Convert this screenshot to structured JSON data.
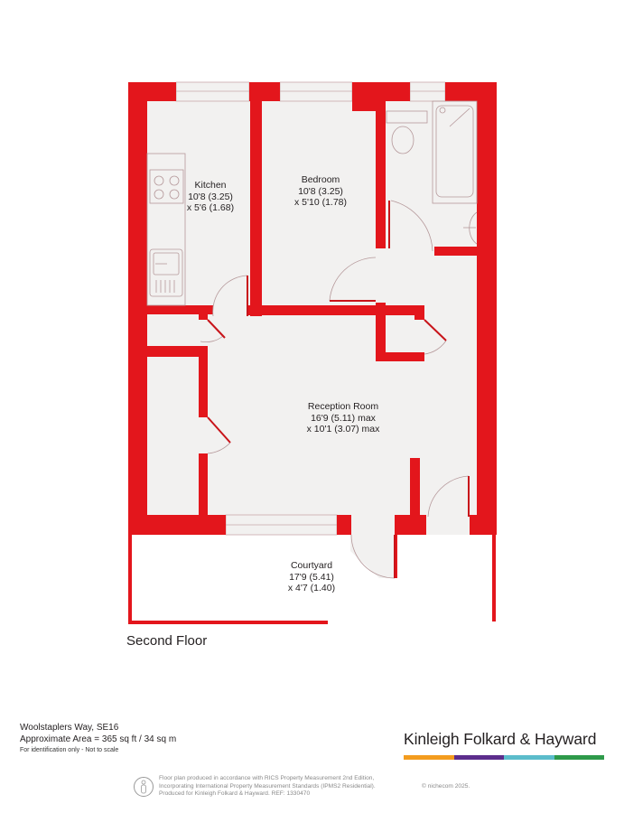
{
  "colors": {
    "wall": "#e3161c",
    "floor_fill": "#f2f1f0",
    "fixture_line": "#b5989a",
    "brand_bar": [
      "#f39c1e",
      "#5c2d8c",
      "#5bbccb",
      "#2e9a4a"
    ]
  },
  "floor": {
    "title": "Second Floor"
  },
  "rooms": [
    {
      "name": "Kitchen",
      "dim1": "10'8 (3.25)",
      "dim2": "x 5'6 (1.68)"
    },
    {
      "name": "Bedroom",
      "dim1": "10'8 (3.25)",
      "dim2": "x 5'10 (1.78)"
    },
    {
      "name": "Reception Room",
      "dim1": "16'9 (5.11) max",
      "dim2": "x 10'1 (3.07) max"
    },
    {
      "name": "Courtyard",
      "dim1": "17'9 (5.41)",
      "dim2": "x 4'7 (1.40)"
    }
  ],
  "property": {
    "address": "Woolstaplers Way, SE16",
    "area": "Approximate Area = 365 sq ft / 34 sq m",
    "disclaimer": "For identification only - Not to scale"
  },
  "brand": {
    "name": "Kinleigh Folkard & Hayward"
  },
  "footer": {
    "line1": "Floor plan produced in accordance with RICS Property Measurement 2nd Edition,",
    "line2": "Incorporating International Property Measurement Standards (IPMS2 Residential).",
    "line3": "Produced for Kinleigh Folkard & Hayward.   REF: 1330470",
    "copyright": "© nichecom 2025.",
    "icon": "rics-person-icon"
  }
}
